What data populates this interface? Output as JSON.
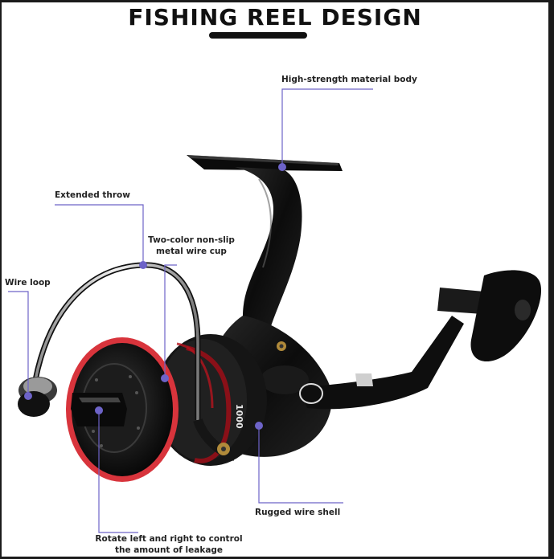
{
  "title": "FISHING REEL DESIGN",
  "callouts": {
    "body": "High-strength material body",
    "throw": "Extended throw",
    "cup_line1": "Two-color non-slip",
    "cup_line2": "metal wire cup",
    "loop": "Wire loop",
    "shell": "Rugged wire shell",
    "knob_line1": "Rotate left and right to control",
    "knob_line2": "the amount of leakage"
  },
  "spool_marking": "1000",
  "colors": {
    "accent_ring": "#d8343c",
    "callout_line": "#6d63c8",
    "reel_body": "#101010"
  }
}
